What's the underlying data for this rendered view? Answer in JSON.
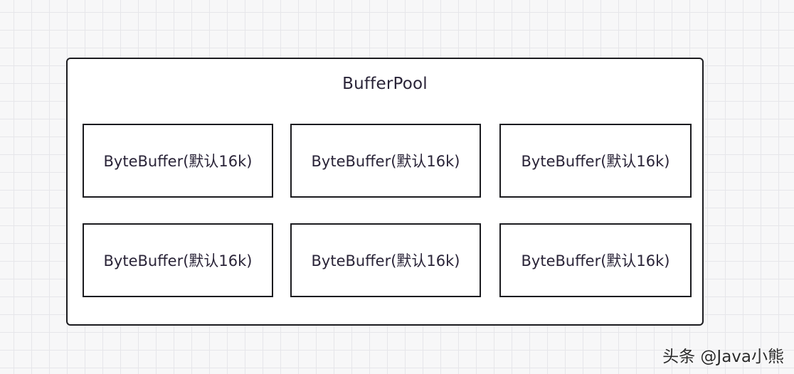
{
  "pool": {
    "title": "BufferPool"
  },
  "buffers": [
    {
      "label": "ByteBuffer(默认16k)"
    },
    {
      "label": "ByteBuffer(默认16k)"
    },
    {
      "label": "ByteBuffer(默认16k)"
    },
    {
      "label": "ByteBuffer(默认16k)"
    },
    {
      "label": "ByteBuffer(默认16k)"
    },
    {
      "label": "ByteBuffer(默认16k)"
    }
  ],
  "watermark": {
    "text": "头条 @Java小熊"
  }
}
